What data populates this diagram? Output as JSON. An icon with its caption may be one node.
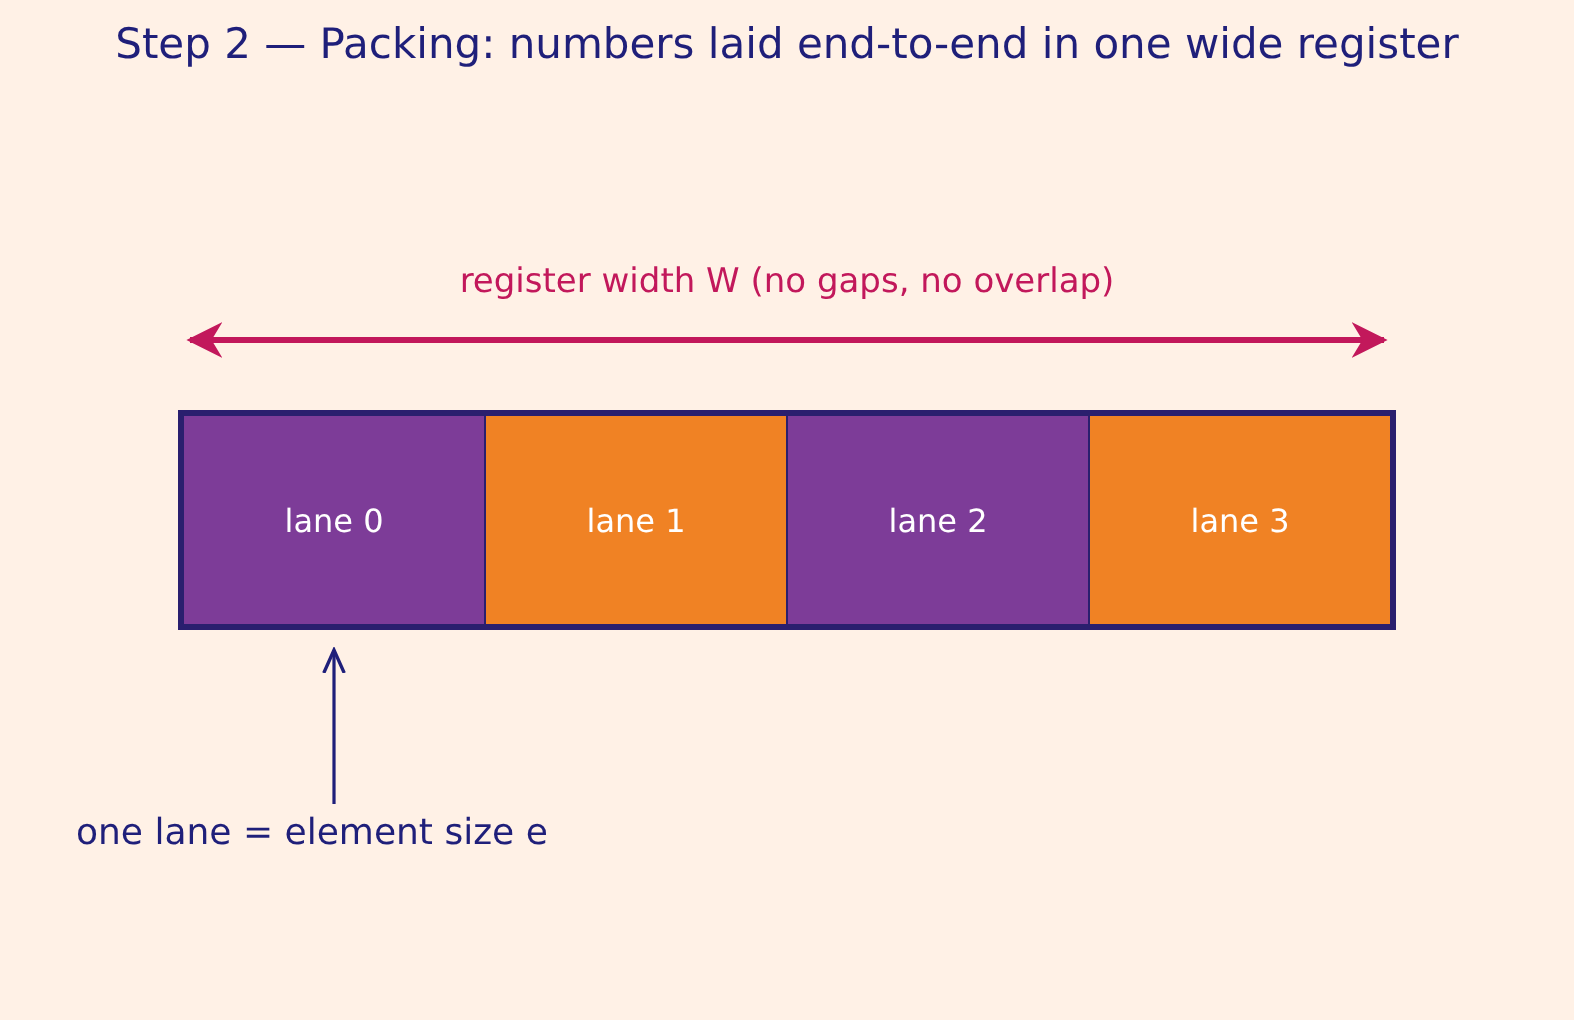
{
  "diagram": {
    "title": "Step 2 — Packing: numbers laid end-to-end in one wide register",
    "nodes": [
      {
        "text": [],
        "shape": "box"
      },
      {
        "text": [
          "lane 0"
        ],
        "in": 0
      },
      {
        "text": [
          "lane 1"
        ],
        "in": 0
      },
      {
        "text": [
          "lane 2"
        ],
        "in": 0
      },
      {
        "text": [
          "lane 3"
        ],
        "in": 0
      },
      {
        "text": [
          "one lane = element size e"
        ]
      }
    ],
    "edges": [
      {
        "from": 5,
        "to": 1,
        "arrow": "to"
      }
    ],
    "labels": [
      "register width W (no gaps, no overlap)"
    ]
  }
}
